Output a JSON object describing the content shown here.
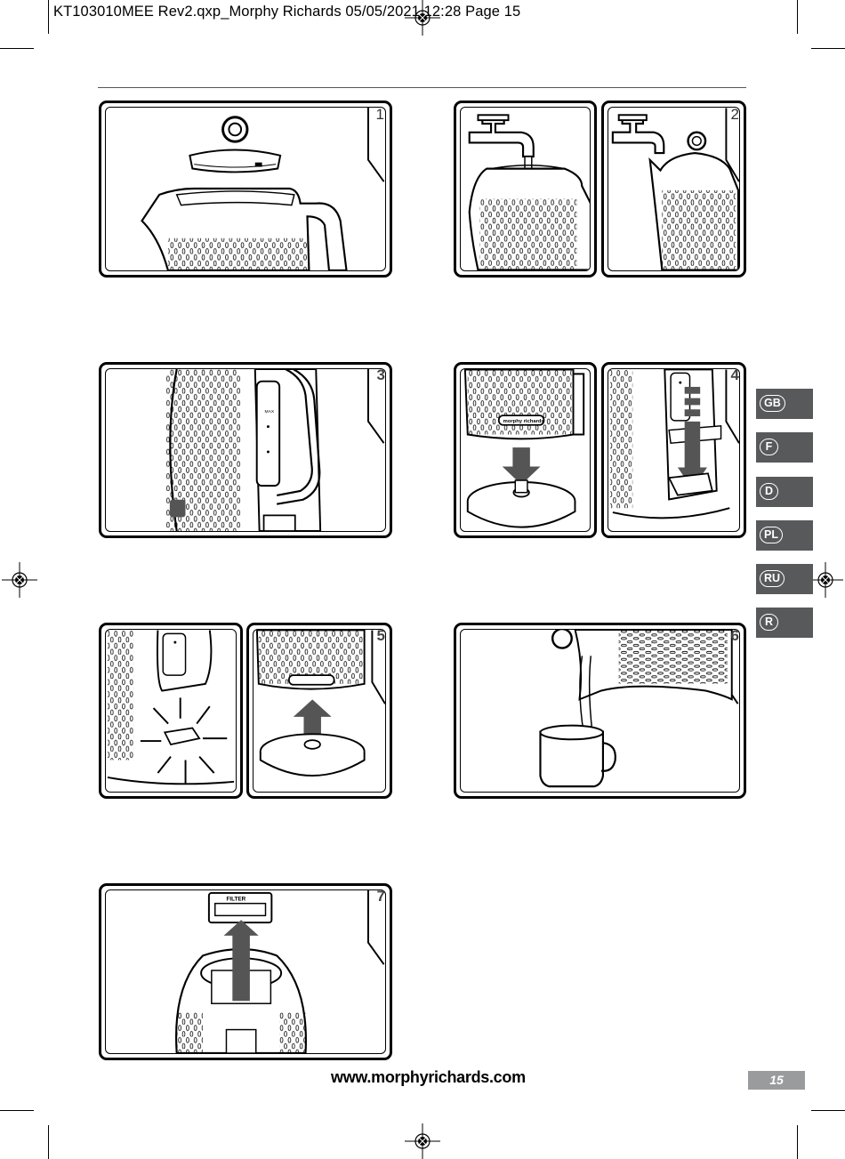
{
  "header": {
    "slug_line": "KT103010MEE Rev2.qxp_Morphy Richards  05/05/2021  12:28  Page 15"
  },
  "panels": [
    {
      "number": "1"
    },
    {
      "number": "2"
    },
    {
      "number": "3"
    },
    {
      "number": "4"
    },
    {
      "number": "5"
    },
    {
      "number": "6"
    },
    {
      "number": "7"
    }
  ],
  "illustration_text": {
    "filter_label": "FILTER",
    "brand_plate": "morphy richards",
    "max_mark": "MAX"
  },
  "languages": [
    "GB",
    "F",
    "D",
    "PL",
    "RU",
    "R"
  ],
  "footer": {
    "website": "www.morphyrichards.com",
    "page_number": "15"
  },
  "colors": {
    "tab_bg": "#58595b",
    "page_box_bg": "#9a9b9d",
    "ink": "#000000"
  }
}
